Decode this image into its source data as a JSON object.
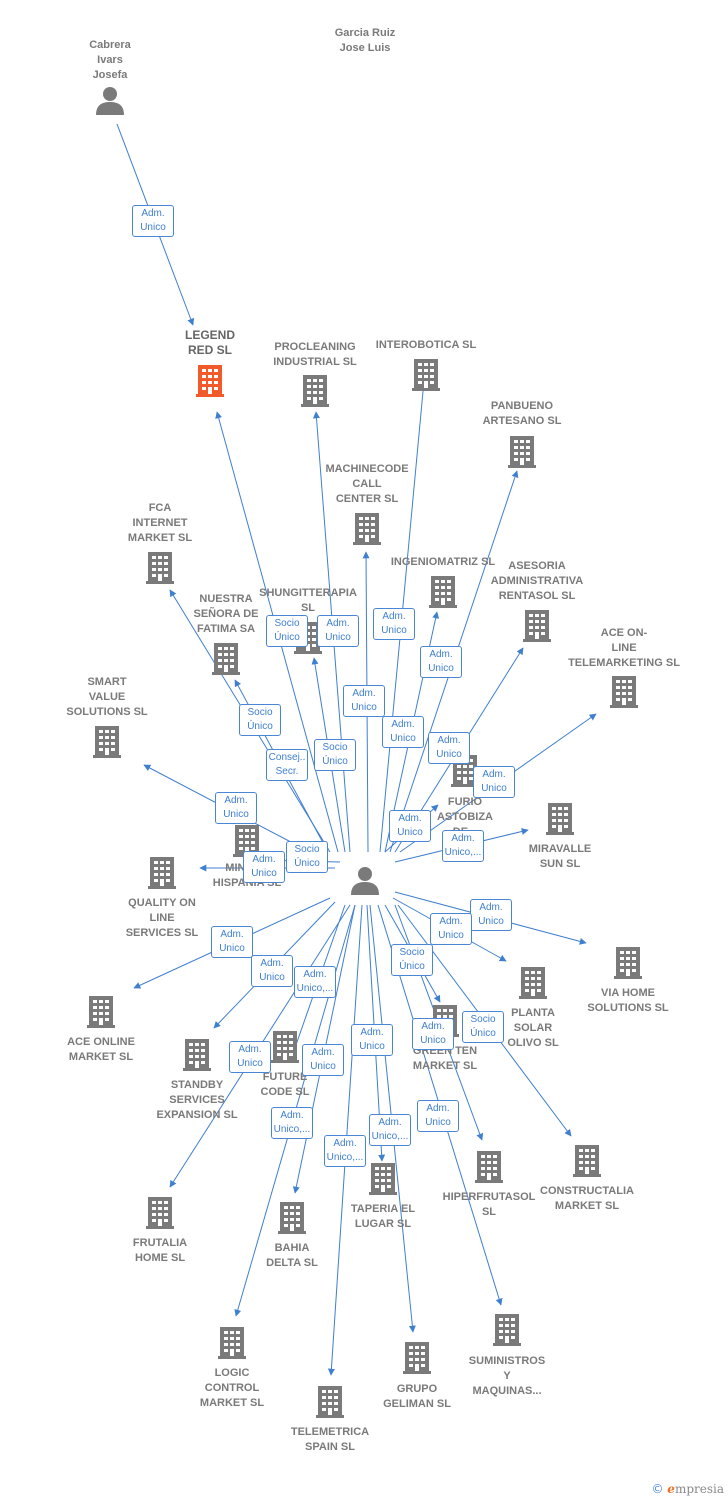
{
  "colors": {
    "edge": "#3f7fd0",
    "company": "#7a7a7a",
    "company_highlight": "#f25a2a",
    "person": "#7a7a7a",
    "badge_border": "#4a86d6"
  },
  "brand": {
    "copyright_symbol": "©",
    "brand_initial": "e",
    "brand_rest": "mpresia"
  },
  "nodes": [
    {
      "id": "cabrera",
      "label": "Cabrera\nIvars\nJosefa",
      "kind": "person"
    },
    {
      "id": "garcia",
      "label": "Garcia Ruiz\nJose Luis",
      "kind": "person"
    },
    {
      "id": "legend",
      "label": "LEGEND\nRED  SL",
      "kind": "company",
      "highlight": true
    },
    {
      "id": "procleaning",
      "label": "PROCLEANING\nINDUSTRIAL SL",
      "kind": "company"
    },
    {
      "id": "interobotica",
      "label": "INTEROBOTICA SL",
      "kind": "company"
    },
    {
      "id": "panbueno",
      "label": "PANBUENO\nARTESANO  SL",
      "kind": "company"
    },
    {
      "id": "machinecode",
      "label": "MACHINECODE\nCALL\nCENTER  SL",
      "kind": "company"
    },
    {
      "id": "fca",
      "label": "FCA\nINTERNET\nMARKET  SL",
      "kind": "company"
    },
    {
      "id": "ingeniomatriz",
      "label": "INGENIOMATRIZ SL",
      "kind": "company"
    },
    {
      "id": "asesoria",
      "label": "ASESORIA\nADMINISTRATIVA\nRENTASOL SL",
      "kind": "company"
    },
    {
      "id": "nuestra",
      "label": "NUESTRA\nSEÑORA DE\nFATIMA SA",
      "kind": "company"
    },
    {
      "id": "shungit",
      "label": "SHUNGITTERAPIA\nSL",
      "kind": "company"
    },
    {
      "id": "aceonline_tel",
      "label": "ACE ON-\nLINE\nTELEMARKETING SL",
      "kind": "company"
    },
    {
      "id": "smart",
      "label": "SMART\nVALUE\nSOLUTIONS SL",
      "kind": "company"
    },
    {
      "id": "furio",
      "label": "FURIO\nASTOBIZA\nDE...",
      "kind": "company"
    },
    {
      "id": "miravalle",
      "label": "MIRAVALLE\nSUN  SL",
      "kind": "company"
    },
    {
      "id": "minera",
      "label": "MINERA\nHISPANIA SL",
      "kind": "company"
    },
    {
      "id": "quality",
      "label": "QUALITY ON\nLINE\nSERVICES  SL",
      "kind": "company"
    },
    {
      "id": "viahome",
      "label": "VIA HOME\nSOLUTIONS SL",
      "kind": "company"
    },
    {
      "id": "aceonline_mkt",
      "label": "ACE ONLINE\nMARKET SL",
      "kind": "company"
    },
    {
      "id": "planta",
      "label": "PLANTA\nSOLAR\nOLIVO SL",
      "kind": "company"
    },
    {
      "id": "standby",
      "label": "STANDBY\nSERVICES\nEXPANSION SL",
      "kind": "company"
    },
    {
      "id": "future",
      "label": "FUTURE\nCODE  SL",
      "kind": "company"
    },
    {
      "id": "green",
      "label": "GREEN TEN\nMARKET  SL",
      "kind": "company"
    },
    {
      "id": "hiperfruta",
      "label": "HIPERFRUTASOL\nSL",
      "kind": "company"
    },
    {
      "id": "constructalia",
      "label": "CONSTRUCTALIA\nMARKET  SL",
      "kind": "company"
    },
    {
      "id": "taperia",
      "label": "TAPERIA EL\nLUGAR SL",
      "kind": "company"
    },
    {
      "id": "frutalia",
      "label": "FRUTALIA\nHOME  SL",
      "kind": "company"
    },
    {
      "id": "bahia",
      "label": "BAHIA\nDELTA SL",
      "kind": "company"
    },
    {
      "id": "logic",
      "label": "LOGIC\nCONTROL\nMARKET  SL",
      "kind": "company"
    },
    {
      "id": "grupo",
      "label": "GRUPO\nGELIMAN  SL",
      "kind": "company"
    },
    {
      "id": "suministros",
      "label": "SUMINISTROS\nY\nMAQUINAS...",
      "kind": "company"
    },
    {
      "id": "telemetrica",
      "label": "TELEMETRICA\nSPAIN  SL",
      "kind": "company"
    }
  ],
  "edges": [
    {
      "from": "cabrera",
      "to": "legend",
      "role": "Adm.\nUnico"
    },
    {
      "from": "garcia",
      "to": "legend",
      "role": "Socio\nÚnico"
    },
    {
      "from": "garcia",
      "to": "procleaning",
      "role": "Adm.\nUnico"
    },
    {
      "from": "garcia",
      "to": "interobotica",
      "role": "Adm.\nUnico"
    },
    {
      "from": "garcia",
      "to": "panbueno",
      "role": "Adm.\nUnico"
    },
    {
      "from": "garcia",
      "to": "machinecode",
      "role": "Adm.\nUnico"
    },
    {
      "from": "garcia",
      "to": "fca",
      "role": "Socio\nÚnico"
    },
    {
      "from": "garcia",
      "to": "ingeniomatriz",
      "role": "Adm.\nUnico"
    },
    {
      "from": "garcia",
      "to": "asesoria",
      "role": "Adm.\nUnico"
    },
    {
      "from": "garcia",
      "to": "nuestra",
      "role": "Consej..\nSecr."
    },
    {
      "from": "garcia",
      "to": "shungit",
      "role": "Socio\nÚnico"
    },
    {
      "from": "garcia",
      "to": "aceonline_tel",
      "role": "Adm.\nUnico"
    },
    {
      "from": "garcia",
      "to": "smart",
      "role": "Adm.\nUnico"
    },
    {
      "from": "garcia",
      "to": "furio",
      "role": "Adm.\nUnico"
    },
    {
      "from": "garcia",
      "to": "miravalle",
      "role": "Adm.\nUnico,..."
    },
    {
      "from": "garcia",
      "to": "minera",
      "role": "Socio\nÚnico"
    },
    {
      "from": "garcia",
      "to": "quality",
      "role": "Adm.\nUnico"
    },
    {
      "from": "garcia",
      "to": "viahome",
      "role": "Adm.\nUnico"
    },
    {
      "from": "garcia",
      "to": "aceonline_mkt",
      "role": "Adm.\nUnico"
    },
    {
      "from": "garcia",
      "to": "planta",
      "role": "Adm.\nUnico"
    },
    {
      "from": "garcia",
      "to": "standby",
      "role": "Adm.\nUnico"
    },
    {
      "from": "garcia",
      "to": "future",
      "role": "Adm.\nUnico,..."
    },
    {
      "from": "garcia",
      "to": "green",
      "role": "Socio\nÚnico"
    },
    {
      "from": "garcia",
      "to": "hiperfruta",
      "role": "Adm.\nUnico"
    },
    {
      "from": "garcia",
      "to": "constructalia",
      "role": "Socio\nÚnico"
    },
    {
      "from": "garcia",
      "to": "taperia",
      "role": "Adm.\nUnico"
    },
    {
      "from": "garcia",
      "to": "frutalia",
      "role": "Adm.\nUnico"
    },
    {
      "from": "garcia",
      "to": "bahia",
      "role": "Adm.\nUnico"
    },
    {
      "from": "garcia",
      "to": "logic",
      "role": "Adm.\nUnico,..."
    },
    {
      "from": "garcia",
      "to": "grupo",
      "role": "Adm.\nUnico,..."
    },
    {
      "from": "garcia",
      "to": "suministros",
      "role": "Adm.\nUnico"
    },
    {
      "from": "garcia",
      "to": "telemetrica",
      "role": "Adm.\nUnico,..."
    }
  ]
}
